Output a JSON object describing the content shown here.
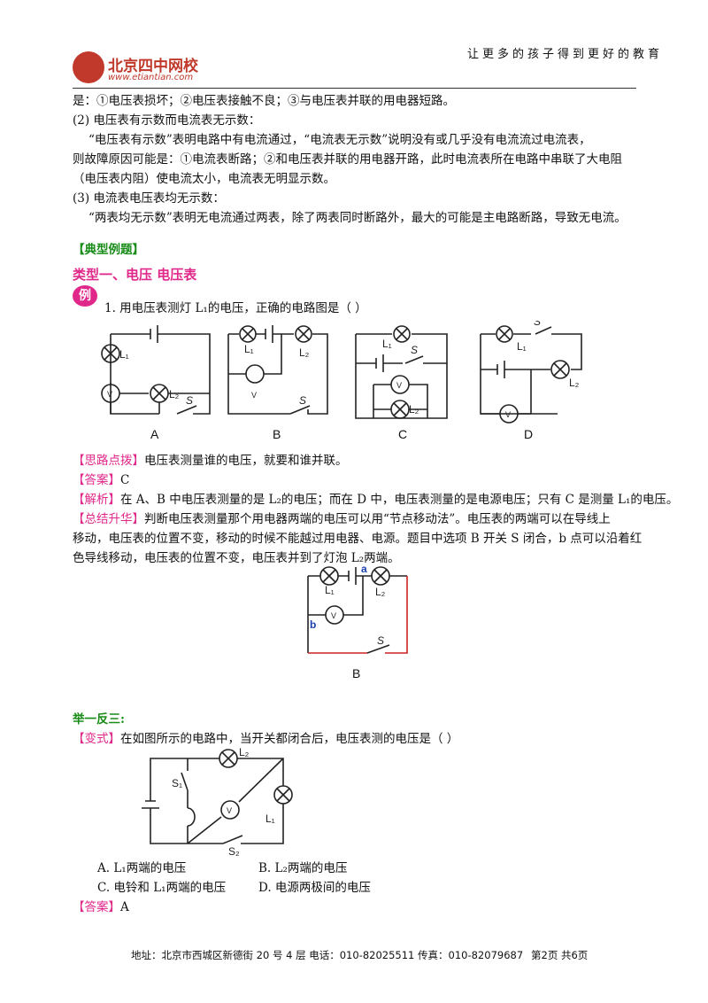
{
  "header": {
    "logo_name": "北京四中网校",
    "logo_url": "www.etiantian.com",
    "slogan": "让更多的孩子得到更好的教育"
  },
  "body": {
    "line1": "是：①电压表损坏；②电压表接触不良；③与电压表并联的用电器短路。",
    "item2_title": "(2) 电压表有示数而电流表无示数：",
    "item2_line1": "“电压表有示数”表明电路中有电流通过，“电流表无示数”说明没有或几乎没有电流流过电流表，",
    "item2_line2": "则故障原因可能是：①电流表断路；②和电压表并联的用电器开路，此时电流表所在电路中串联了大电阻",
    "item2_line3": "（电压表内阻）使电流太小，电流表无明显示数。",
    "item3_title": "(3) 电流表电压表均无示数：",
    "item3_line1": "“两表均无示数”表明无电流通过两表，除了两表同时断路外，最大的可能是主电路断路，导致无电流。"
  },
  "examples": {
    "section_title": "【典型例题】",
    "type_title": "类型一、电压  电压表",
    "badge": "例",
    "q1": "1.  用电压表测灯 L₁的电压，正确的电路图是（      ）",
    "options": [
      "A",
      "B",
      "C",
      "D"
    ],
    "hint_label": "【思路点拨】",
    "hint_text": "电压表测量谁的电压，就要和谁并联。",
    "answer_label": "【答案】",
    "answer_text": "C",
    "analysis_label": "【解析】",
    "analysis_text": "在 A、B 中电压表测量的是 L₂的电压；而在 D 中，电压表测量的是电源电压；只有 C 是测量 L₁的电压。",
    "summary_label": "【总结升华】",
    "summary_line1": "判断电压表测量那个用电器两端的电压可以用“节点移动法”。电压表的两端可以在导线上",
    "summary_line2": "移动，电压表的位置不变，移动的时候不能越过用电器、电源。题目中选项 B 开关 S 闭合，b 点可以沿着红",
    "summary_line3": "色导线移动，电压表的位置不变，电压表并到了灯泡 L₂两端。",
    "fig_b_label": "B"
  },
  "variation": {
    "title": "举一反三:",
    "q_label": "【变式】",
    "q_text": "在如图所示的电路中，当开关都闭合后，电压表测的电压是（      ）",
    "opt_a": "A. L₁两端的电压",
    "opt_b": "B. L₂两端的电压",
    "opt_c": "C. 电铃和 L₁两端的电压",
    "opt_d": "D. 电源两极间的电压",
    "answer_label": "【答案】",
    "answer_text": "A"
  },
  "footer": {
    "text": "地址：北京市西城区新德街 20 号 4 层  电话：010-82025511  传真：010-82079687",
    "page": "第2页  共6页"
  },
  "colors": {
    "accent": "#1a8c1a",
    "pink": "#e0278a",
    "red_wire": "#cc2222",
    "brand": "#c0392b"
  }
}
